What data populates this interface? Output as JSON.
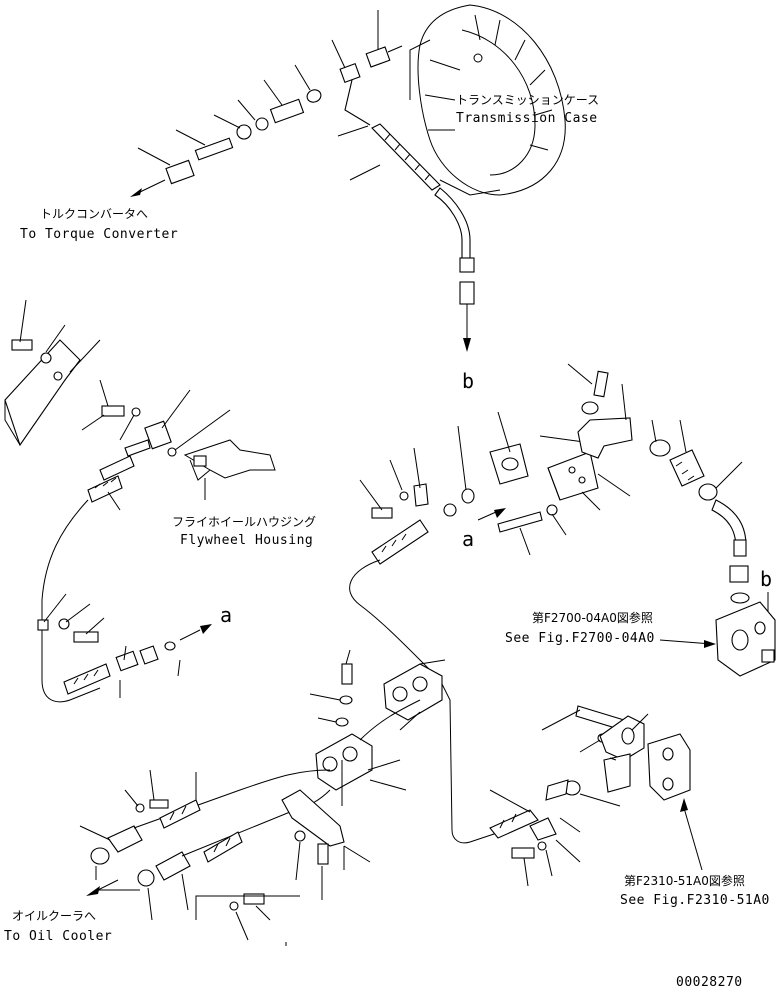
{
  "labels": {
    "transmission_case_jp": "トランスミッションケース",
    "transmission_case_en": "Transmission Case",
    "torque_converter_jp": "トルクコンバータへ",
    "torque_converter_en": "To Torque Converter",
    "flywheel_housing_jp": "フライホイールハウジング",
    "flywheel_housing_en": "Flywheel Housing",
    "see_fig_1_jp": "第F2700-04A0図参照",
    "see_fig_1_en": "See Fig.F2700-04A0",
    "see_fig_2_jp": "第F2310-51A0図参照",
    "see_fig_2_en": "See Fig.F2310-51A0",
    "oil_cooler_jp": "オイルクーラへ",
    "oil_cooler_en": "To Oil Cooler",
    "marker_a": "a",
    "marker_b": "b",
    "drawing_number": "00028270"
  }
}
